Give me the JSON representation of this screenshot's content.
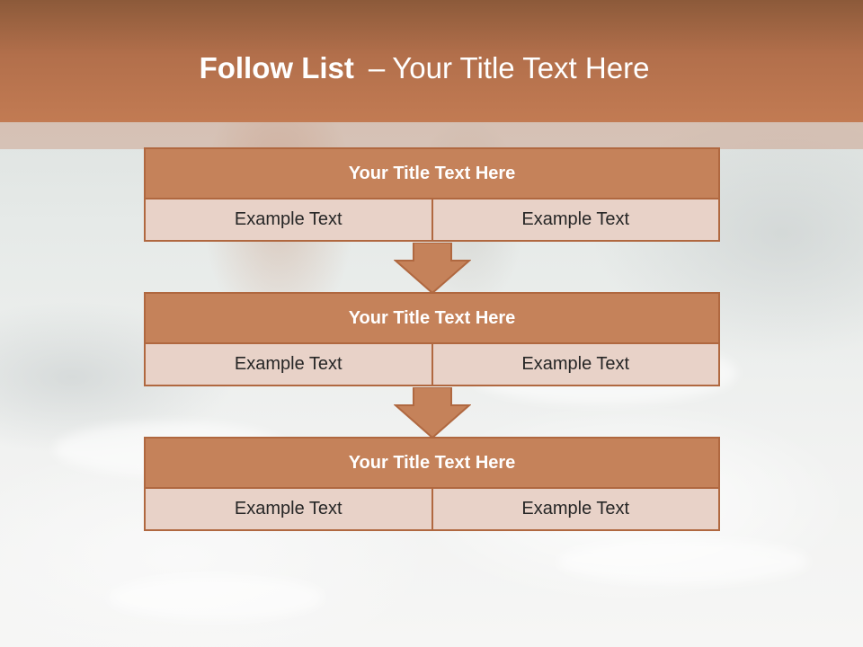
{
  "header": {
    "title_bold": "Follow List",
    "title_separator": "–",
    "title_rest": "Your Title Text Here"
  },
  "blocks": [
    {
      "title": "Your Title Text Here",
      "cells": [
        "Example Text",
        "Example Text"
      ]
    },
    {
      "title": "Your Title Text Here",
      "cells": [
        "Example Text",
        "Example Text"
      ]
    },
    {
      "title": "Your Title Text Here",
      "cells": [
        "Example Text",
        "Example Text"
      ]
    }
  ],
  "colors": {
    "header_dark": "#8c5a3a",
    "header_light": "#c27b53",
    "block_title_fill": "#c5825a",
    "block_border": "#b06840",
    "cell_fill": "#e8d2c8",
    "arrow_fill": "#c5825a"
  }
}
